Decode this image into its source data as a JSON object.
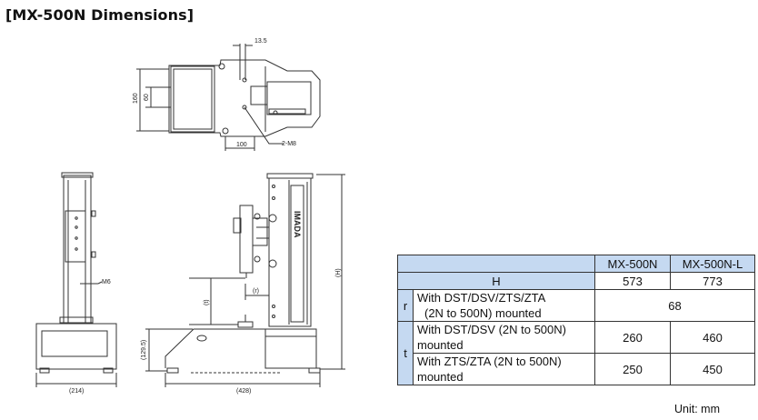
{
  "title": "[MX-500N Dimensions]",
  "drawing": {
    "dims": {
      "d13_5": "13.5",
      "d160": "160",
      "d60": "60",
      "d100": "100",
      "d2m8": "2-M8",
      "dm6": "M6",
      "dH": "(H)",
      "dt": "(t)",
      "dr": "(r)",
      "d129_5": "(129.5)",
      "d214": "(214)",
      "d428": "(428)"
    },
    "brand": "IMADA"
  },
  "table": {
    "models": [
      "MX-500N",
      "MX-500N-L"
    ],
    "H": {
      "label": "H",
      "values": [
        "573",
        "773"
      ]
    },
    "r": {
      "symbol": "r",
      "label_line1": "With DST/DSV/ZTS/ZTA",
      "label_line2": "(2N to 500N) mounted",
      "value": "68"
    },
    "t": {
      "symbol": "t",
      "rows": [
        {
          "label_line1": "With DST/DSV (2N to 500N)",
          "label_line2": "mounted",
          "values": [
            "260",
            "460"
          ]
        },
        {
          "label_line1": "With ZTS/ZTA (2N to 500N)",
          "label_line2": "mounted",
          "values": [
            "250",
            "450"
          ]
        }
      ]
    }
  },
  "unit": "Unit: mm"
}
